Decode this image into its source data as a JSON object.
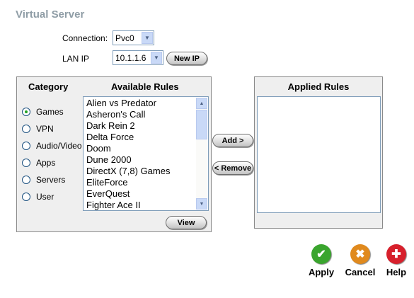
{
  "page": {
    "title": "Virtual Server"
  },
  "connection": {
    "label": "Connection:",
    "value": "Pvc0"
  },
  "lan_ip": {
    "label": "LAN IP",
    "value": "10.1.1.6",
    "new_ip_button": "New IP"
  },
  "category_panel": {
    "category_header": "Category",
    "available_header": "Available Rules",
    "categories": [
      {
        "label": "Games",
        "checked": true
      },
      {
        "label": "VPN",
        "checked": false
      },
      {
        "label": "Audio/Video",
        "checked": false
      },
      {
        "label": "Apps",
        "checked": false
      },
      {
        "label": "Servers",
        "checked": false
      },
      {
        "label": "User",
        "checked": false
      }
    ],
    "available_rules": [
      "Alien vs Predator",
      "Asheron's Call",
      "Dark Rein 2",
      "Delta Force",
      "Doom",
      "Dune 2000",
      "DirectX (7,8) Games",
      "EliteForce",
      "EverQuest",
      "Fighter Ace II"
    ],
    "view_button": "View"
  },
  "transfer": {
    "add_button": "Add >",
    "remove_button": "< Remove"
  },
  "applied_panel": {
    "header": "Applied Rules",
    "rules": []
  },
  "actions": [
    {
      "label": "Apply",
      "icon": "apply-check-icon",
      "color": "#3aa52e",
      "glyph": "✔"
    },
    {
      "label": "Cancel",
      "icon": "cancel-x-icon",
      "color": "#e08a1e",
      "glyph": "✖"
    },
    {
      "label": "Help",
      "icon": "help-plus-icon",
      "color": "#d7202c",
      "glyph": "✚"
    }
  ]
}
